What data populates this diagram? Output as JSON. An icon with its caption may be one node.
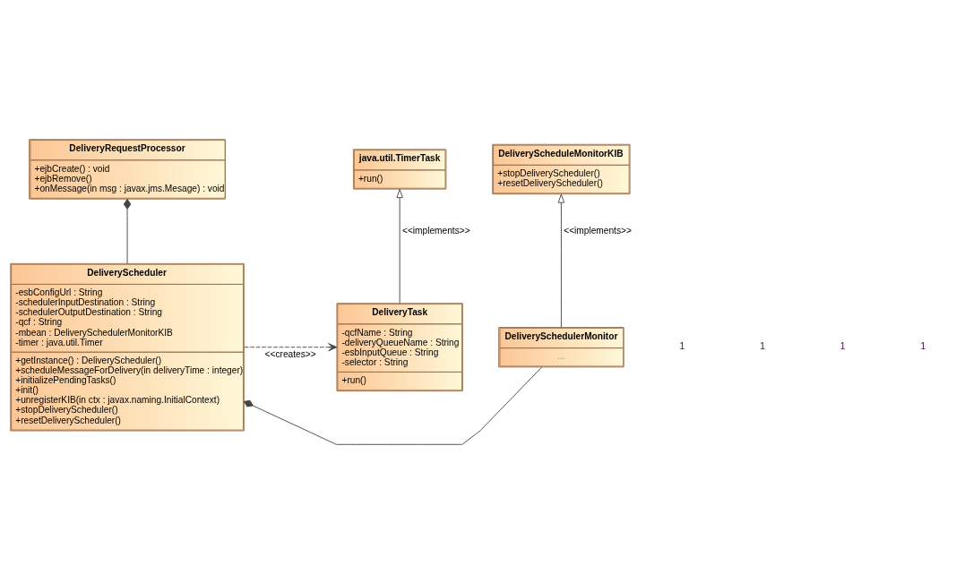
{
  "diagram": {
    "nodes": [
      {
        "text": [
          "DeliveryRequestProcessor",
          "+ejbCreate() : void",
          "+ejbRemove()",
          "+onMessage(in msg : javax.jms.Mesage) : void"
        ]
      },
      {
        "text": [
          "DeliveryScheduleMonitorKIB",
          "+stopDeliveryScheduler()",
          "+resetDeliveryScheduler()"
        ]
      },
      {
        "text": [
          "DeliverySchedulerMonitor",
          "..."
        ]
      },
      {
        "text": [
          "DeliveryScheduler",
          "-esbConfigUrl : String",
          "-schedulerInputDestination : String",
          "-schedulerOutputDestination : String",
          "-qcf : String",
          "-mbean : DeliverySchedulerMonitorKIB",
          "-timer : java.util.Timer",
          "+getInstance() : DeliveryScheduler()",
          "+scheduleMessageForDelivery(in deliveryTime : integer)",
          "+initializePendingTasks()",
          "+init()",
          "+unregisterKIB(in ctx : javax.naming.InitialContext)",
          "+stopDeliveryScheduler()",
          "+resetDeliveryScheduler()"
        ]
      },
      {
        "text": [
          "java.util.TimerTask",
          "+run()"
        ]
      },
      {
        "text": [
          "DeliveryTask",
          "-qcfName : String",
          "-deliveryQueueName : String",
          "-esbInputQueue : String",
          "-selector : String",
          "+run()"
        ]
      }
    ],
    "edges": [
      {
        "from": 3,
        "to": 0,
        "arrow": "other"
      },
      {
        "from": 2,
        "to": 3,
        "arrow": "other"
      },
      {
        "from": 2,
        "to": 1,
        "arrow": "to",
        "label": "<<implements>>"
      },
      {
        "from": 5,
        "to": 4,
        "arrow": "to",
        "label": "<<implements>>"
      },
      {
        "from": 3,
        "to": 5,
        "arrow": "to",
        "style": "dashed",
        "label": "<<creates>>"
      }
    ],
    "labels": [
      "1",
      "1",
      "1",
      "1"
    ]
  }
}
